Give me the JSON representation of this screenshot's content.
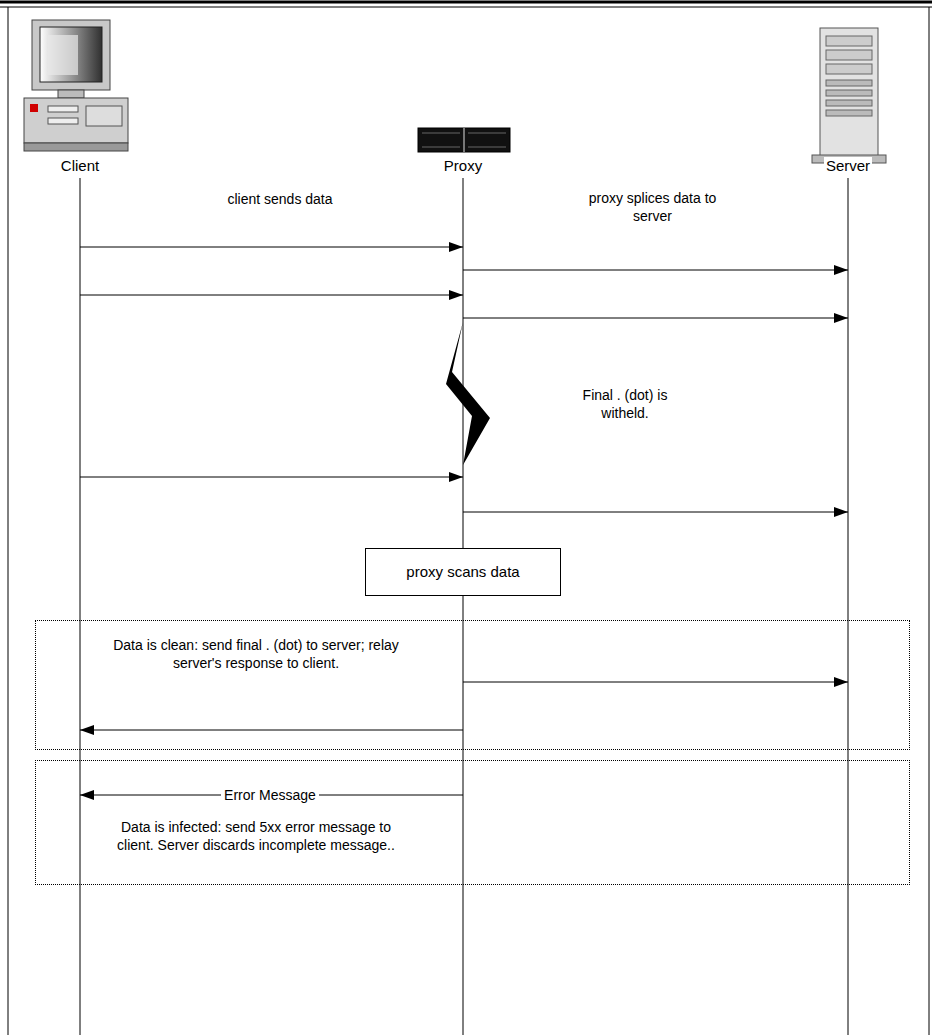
{
  "diagram": {
    "nodes": [
      {
        "text": [
          "Client"
        ]
      },
      {
        "text": [
          "Proxy"
        ]
      },
      {
        "text": [
          "Server"
        ]
      },
      {
        "text": [
          "proxy scans data"
        ]
      },
      {
        "text": [
          "Data is clean: send final . (dot) to server; relay server's response to client."
        ]
      },
      {
        "text": [
          "Data is infected: send 5xx error message to client. Server discards incomplete message.."
        ]
      }
    ],
    "edges": [
      {
        "from": 0,
        "to": 1,
        "arrow": "to"
      },
      {
        "from": 0,
        "to": 1,
        "arrow": "to"
      },
      {
        "from": 1,
        "to": 2,
        "arrow": "to"
      },
      {
        "from": 1,
        "to": 2,
        "arrow": "to"
      },
      {
        "from": 0,
        "to": 1,
        "arrow": "to"
      },
      {
        "from": 1,
        "to": 2,
        "arrow": "to"
      },
      {
        "from": 1,
        "to": 2,
        "arrow": "to"
      },
      {
        "from": 1,
        "to": 0,
        "arrow": "to"
      },
      {
        "from": 1,
        "to": 0,
        "label": "Error Message",
        "arrow": "to"
      }
    ],
    "labels": [
      "client sends data",
      "proxy splices data to server",
      "Final . (dot) is witheld."
    ]
  }
}
